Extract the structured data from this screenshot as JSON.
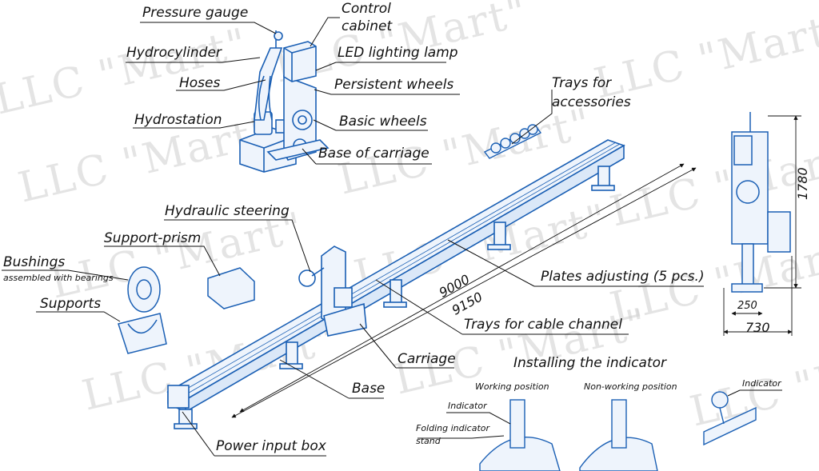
{
  "watermark": "LLC \"Mart\"",
  "labels": {
    "pressure_gauge": "Pressure gauge",
    "control_cabinet_1": "Control",
    "control_cabinet_2": "cabinet",
    "hydrocylinder": "Hydrocylinder",
    "led_lamp": "LED lighting lamp",
    "hoses": "Hoses",
    "persistent_wheels": "Persistent wheels",
    "hydrostation": "Hydrostation",
    "basic_wheels": "Basic wheels",
    "base_of_carriage": "Base of carriage",
    "trays_accessories_1": "Trays for",
    "trays_accessories_2": "accessories",
    "hydraulic_steering": "Hydraulic steering",
    "support_prism": "Support-prism",
    "bushings": "Bushings",
    "bushings_sub": "assembled with bearings",
    "supports": "Supports",
    "plates_adjusting": "Plates adjusting (5 pcs.)",
    "trays_cable": "Trays for cable channel",
    "carriage": "Carriage",
    "base": "Base",
    "power_input_box": "Power input box",
    "installing_indicator": "Installing the indicator",
    "working_position": "Working position",
    "non_working_position": "Non-working position",
    "indicator_a": "Indicator",
    "indicator_b": "Indicator",
    "folding_stand_1": "Folding indicator",
    "folding_stand_2": "stand"
  },
  "dimensions": {
    "d9000": "9000",
    "d9150": "9150",
    "d1780": "1780",
    "d250": "250",
    "d730": "730"
  },
  "colors": {
    "line": "#1a5fb4",
    "fill": "#dbe8f8",
    "text": "#111111",
    "watermark": "#cfcfcf"
  }
}
